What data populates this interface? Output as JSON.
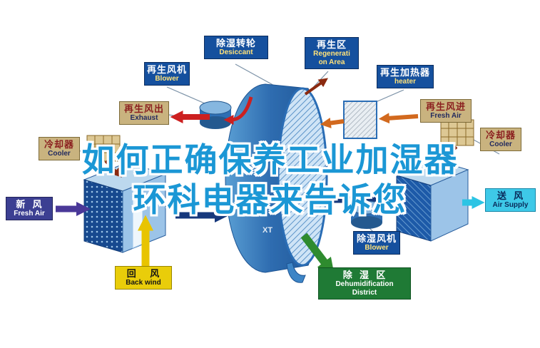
{
  "overlay": {
    "line1": "如何正确保养工业加湿器",
    "line2": "环科电器来告诉您"
  },
  "watermark": "XT",
  "labels": {
    "regen_blower": {
      "zh": "再生风机",
      "en": "Blower"
    },
    "desiccant": {
      "zh": "除湿转轮",
      "en": "Desiccant"
    },
    "regeneration_area": {
      "zh": "再生区",
      "en_line1": "Regenerati",
      "en_line2": "on Area"
    },
    "regen_heater": {
      "zh": "再生加热器",
      "en": "heater"
    },
    "exhaust": {
      "zh": "再生风出",
      "en": "Exhaust"
    },
    "regen_fresh_air": {
      "zh": "再生风进",
      "en": "Fresh Air"
    },
    "cooler_left": {
      "zh": "冷却器",
      "en": "Cooler"
    },
    "cooler_right": {
      "zh": "冷却器",
      "en": "Cooler"
    },
    "fresh_air": {
      "zh": "新  风",
      "en": "Fresh Air"
    },
    "air_supply": {
      "zh": "送  风",
      "en": "Air Supply"
    },
    "back_wind": {
      "zh": "回    风",
      "en": "Back wind"
    },
    "dehumid_blower": {
      "zh": "除湿风机",
      "en": "Blower"
    },
    "dehumid_district": {
      "zh": "除  湿  区",
      "en_line1": "Dehumidification",
      "en_line2": "District"
    }
  },
  "colors": {
    "overlay_text": "#1b97d5",
    "label_blue": "#15509e",
    "label_tan": "#c9b37f",
    "label_navy": "#3c3f92",
    "label_cyan": "#3ec9e8",
    "label_yellow": "#e9cd0a",
    "label_green": "#1f7a35",
    "wheel_blue": "#2e6cb0",
    "arrow_red": "#cc2020",
    "arrow_orange": "#d2691e",
    "arrow_purple": "#4a3898",
    "arrow_navy": "#16387c",
    "arrow_yellow": "#e8c400",
    "arrow_cyan": "#2cc4e4",
    "arrow_green": "#2e8b2e",
    "arrow_maroon": "#8b2a10"
  }
}
